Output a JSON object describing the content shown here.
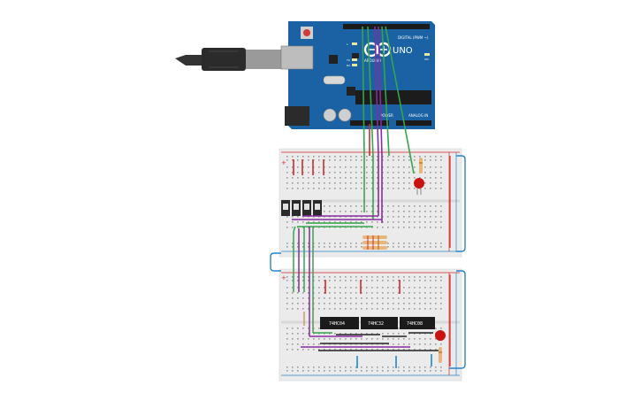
{
  "arduino": {
    "model_label": "UNO",
    "brand_label": "ARDUINO",
    "digital_header_label": "DIGITAL (PWM ~)",
    "power_header_label": "POWER",
    "analog_header_label": "ANALOG IN",
    "tx_label": "TX",
    "rx_label": "RX",
    "l_label": "L",
    "on_label": "ON",
    "board_color": "#1a62a3"
  },
  "chips": {
    "chip1_label": "74HC04",
    "chip2_label": "74HC32",
    "chip3_label": "74HC08"
  },
  "colors": {
    "wire_green": "#34a64a",
    "wire_purple": "#8a2aa3",
    "wire_blue": "#2486cc",
    "wire_red": "#d42a2a",
    "wire_black": "#222222",
    "led_red": "#cc1111",
    "resistor": "#e8b57a",
    "breadboard": "#ebebeb"
  }
}
